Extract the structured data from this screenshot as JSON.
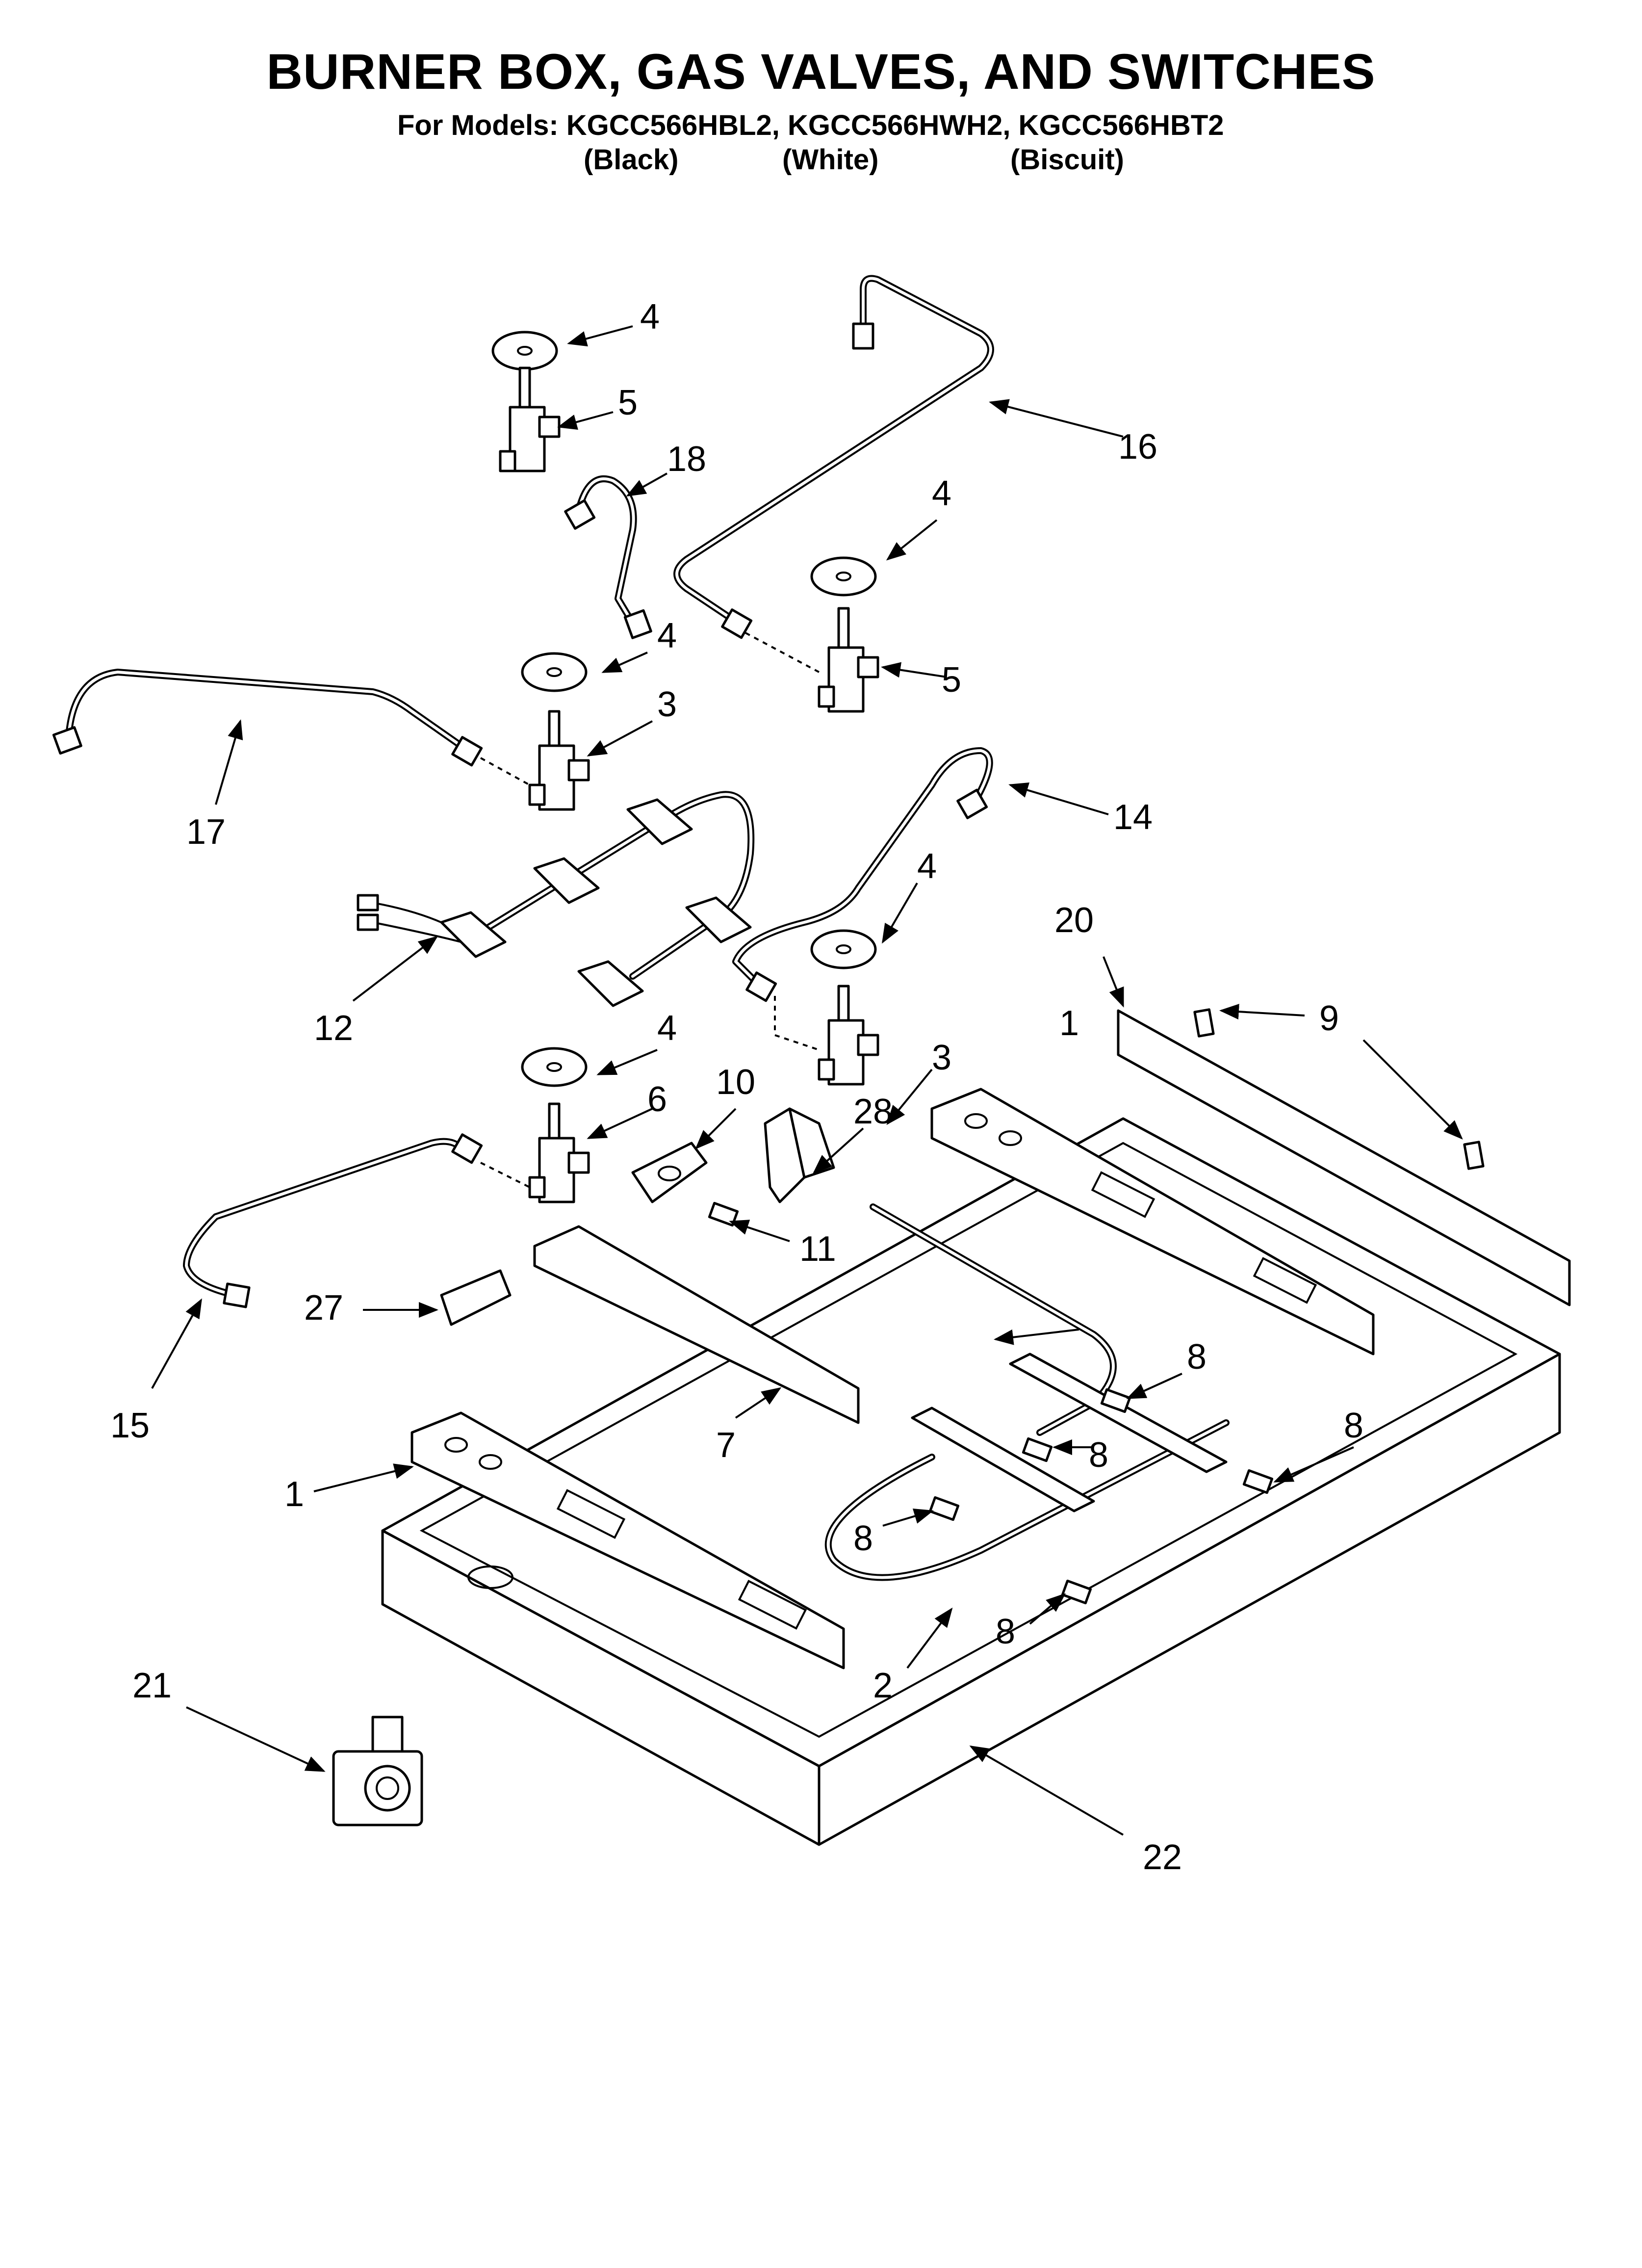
{
  "title": "BURNER BOX, GAS VALVES, AND SWITCHES",
  "models_line": "For Models: KGCC566HBL2, KGCC566HWH2, KGCC566HBT2",
  "colors": {
    "black": "(Black)",
    "white": "(White)",
    "biscuit": "(Biscuit)"
  },
  "callouts": {
    "c1a": "1",
    "c1b": "1",
    "c2": "2",
    "c3a": "3",
    "c3b": "3",
    "c4a": "4",
    "c4b": "4",
    "c4c": "4",
    "c4d": "4",
    "c4e": "4",
    "c5a": "5",
    "c5b": "5",
    "c6": "6",
    "c7": "7",
    "c8a": "8",
    "c8b": "8",
    "c8c": "8",
    "c8d": "8",
    "c8e": "8",
    "c9": "9",
    "c10": "10",
    "c11": "11",
    "c12": "12",
    "c14": "14",
    "c15": "15",
    "c16": "16",
    "c17": "17",
    "c18": "18",
    "c20": "20",
    "c21": "21",
    "c22": "22",
    "c27": "27",
    "c28": "28"
  }
}
